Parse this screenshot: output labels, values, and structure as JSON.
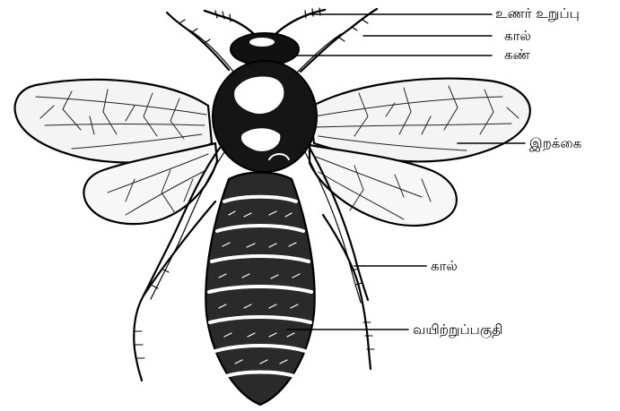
{
  "labels": {
    "antenna": "உணர் உறுப்பு",
    "leg_top": "கால்",
    "eye": "கண்",
    "wing": "இறக்கை",
    "leg_mid": "கால்",
    "abdomen": "வயிற்றுப்பகுதி"
  }
}
